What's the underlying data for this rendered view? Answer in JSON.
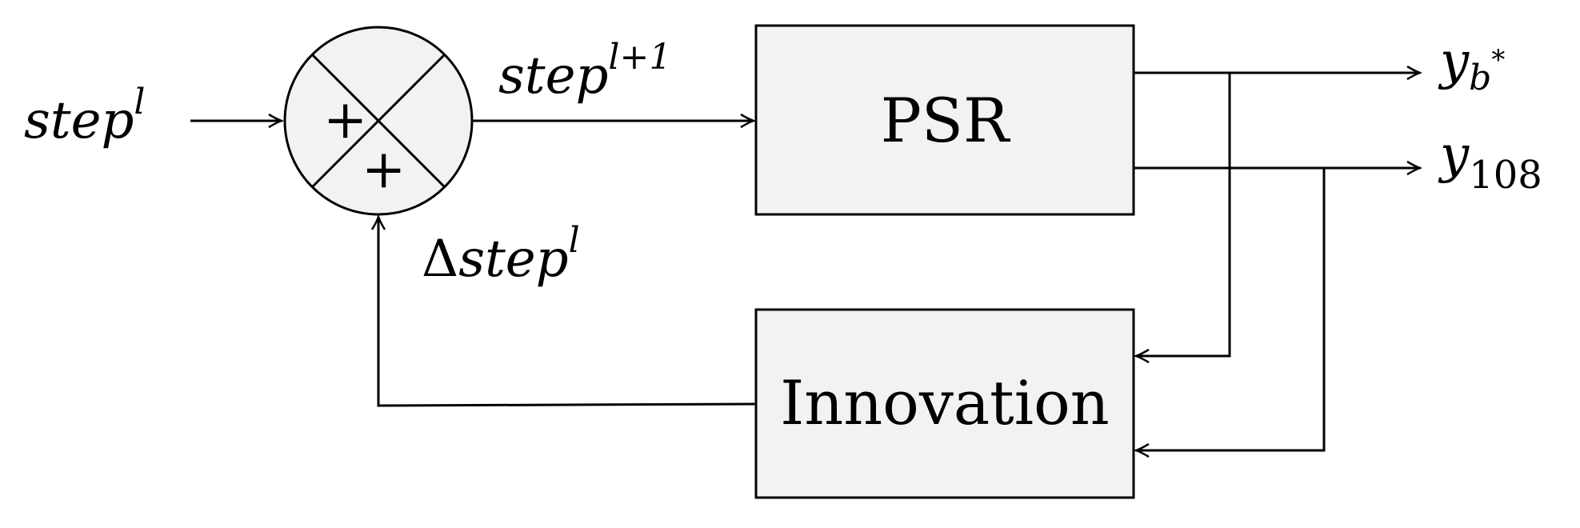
{
  "diagram": {
    "input_label": {
      "base": "step",
      "sup": "l"
    },
    "summer": {
      "top_left_sign": "+",
      "bottom_sign": "+"
    },
    "summer_output_label": {
      "base": "step",
      "sup": "l+1"
    },
    "feedback_label": {
      "prefix": "Δ",
      "base": "step",
      "sup": "l"
    },
    "blocks": {
      "psr": "PSR",
      "innovation": "Innovation"
    },
    "outputs": {
      "y_top": {
        "base": "y",
        "sub": "b",
        "subsup": "*"
      },
      "y_bottom": {
        "base": "y",
        "sub": "108"
      }
    }
  }
}
